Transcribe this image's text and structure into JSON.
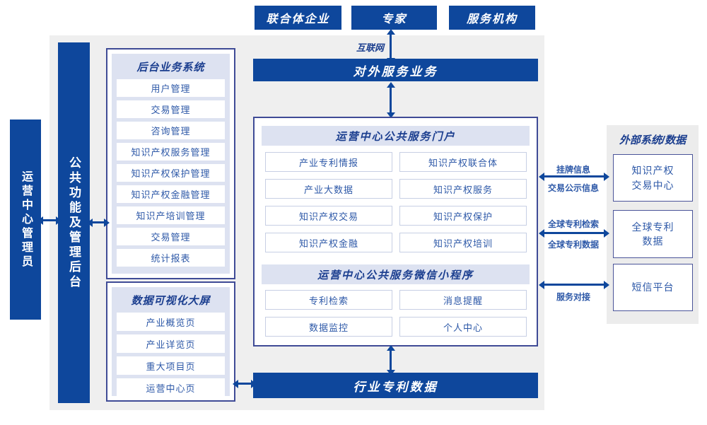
{
  "colors": {
    "primary_blue": "#0e479c",
    "navy_border": "#3f4b96",
    "lavender": "#dde2f1",
    "item_text_blue": "#2e59a8",
    "grey_bg": "#efefef"
  },
  "actors": {
    "consortium": "联合体企业",
    "expert": "专家",
    "service_org": "服务机构"
  },
  "internet_label": "互联网",
  "external_service_bar": "对外服务业务",
  "industry_patent_bar": "行业专利数据",
  "admin_bar": "运营中心管理员",
  "public_backend_bar": "公共功能及管理后台",
  "backend_system": {
    "title": "后台业务系统",
    "items": [
      "用户管理",
      "交易管理",
      "咨询管理",
      "知识产权服务管理",
      "知识产权保护管理",
      "知识产权金融管理",
      "知识产培训管理",
      "交易管理",
      "统计报表"
    ]
  },
  "dashboard": {
    "title": "数据可视化大屏",
    "items": [
      "产业概览页",
      "产业详览页",
      "重大项目页",
      "运营中心页"
    ]
  },
  "portal": {
    "title": "运营中心公共服务门户",
    "items": [
      "产业专利情报",
      "知识产权联合体",
      "产业大数据",
      "知识产权服务",
      "知识产权交易",
      "知识产权保护",
      "知识产权金融",
      "知识产权培训"
    ]
  },
  "miniprogram": {
    "title": "运营中心公共服务微信小程序",
    "items": [
      "专利检索",
      "消息提醒",
      "数据监控",
      "个人中心"
    ]
  },
  "external_panel": {
    "title": "外部系统/数据",
    "boxes": [
      "知识产权交易中心",
      "全球专利数据",
      "短信平台"
    ]
  },
  "link_labels": {
    "listing_info": "挂牌信息",
    "trade_public_info": "交易公示信息",
    "global_patent_search": "全球专利检索",
    "global_patent_data": "全球专利数据",
    "service_connect": "服务对接"
  }
}
